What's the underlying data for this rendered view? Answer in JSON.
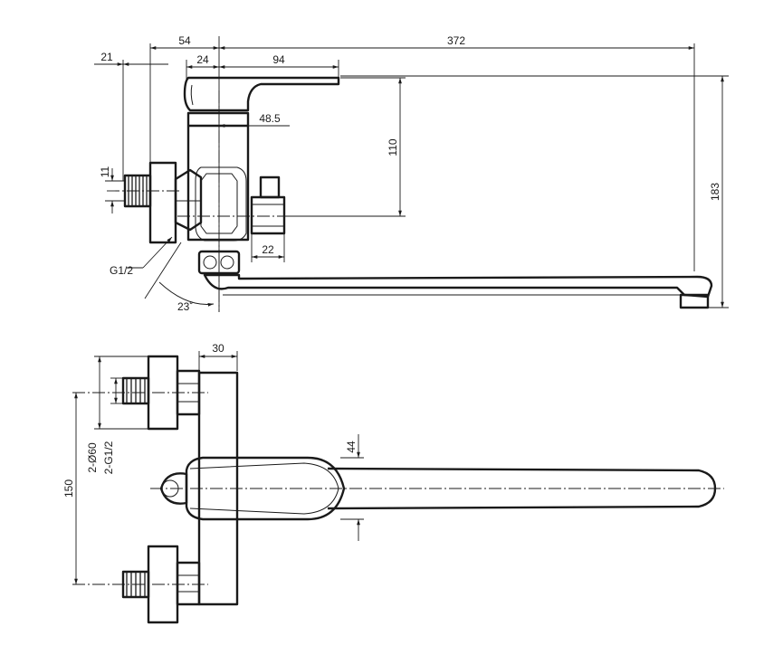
{
  "drawing": {
    "side_view": {
      "dimensions": {
        "d54": "54",
        "d372": "372",
        "d21": "21",
        "d24": "24",
        "d94": "94",
        "d48_5": "48.5",
        "d110": "110",
        "d183": "183",
        "d11": "11",
        "d22": "22",
        "thread": "G1/2",
        "angle": "23˚"
      }
    },
    "top_view": {
      "dimensions": {
        "d30": "30",
        "d44": "44",
        "d150": "150",
        "d_phi60": "2-Ø60",
        "d_thread": "2-G1/2"
      }
    }
  }
}
